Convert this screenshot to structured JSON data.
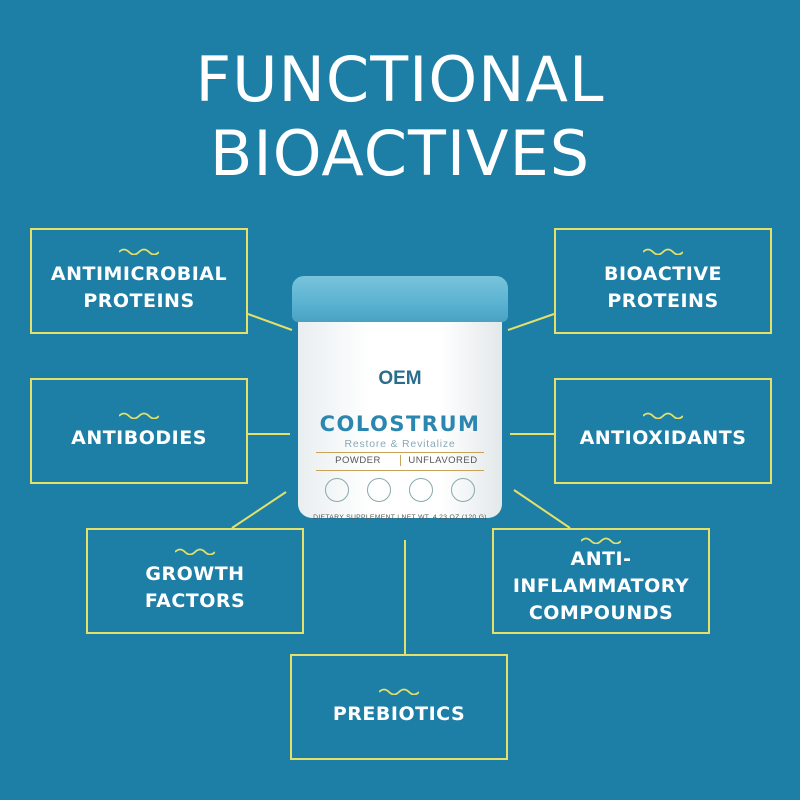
{
  "title": {
    "line1": "FUNCTIONAL",
    "line2": "BIOACTIVES"
  },
  "colors": {
    "background": "#1d7fa6",
    "border": "#e4e06a",
    "text": "#ffffff",
    "jar_lid": "#5ab2d1"
  },
  "boxes": [
    {
      "label": "ANTIMICROBIAL\nPROTEINS"
    },
    {
      "label": "BIOACTIVE\nPROTEINS"
    },
    {
      "label": "ANTIBODIES"
    },
    {
      "label": "ANTIOXIDANTS"
    },
    {
      "label": "GROWTH\nFACTORS"
    },
    {
      "label": "ANTI-\nINFLAMMATORY\nCOMPOUNDS"
    },
    {
      "label": "PREBIOTICS"
    }
  ],
  "jar": {
    "brand": "OEM",
    "product": "COLOSTRUM",
    "tagline": "Restore & Revitalize",
    "form": "POWDER",
    "flavor": "UNFLAVORED",
    "footer": "DIETARY SUPPLEMENT | NET WT. 4.23 OZ (120 G)",
    "icons": [
      "leaf-badge-icon",
      "gut-icon",
      "arm-strength-icon",
      "sparkle-icon"
    ]
  }
}
